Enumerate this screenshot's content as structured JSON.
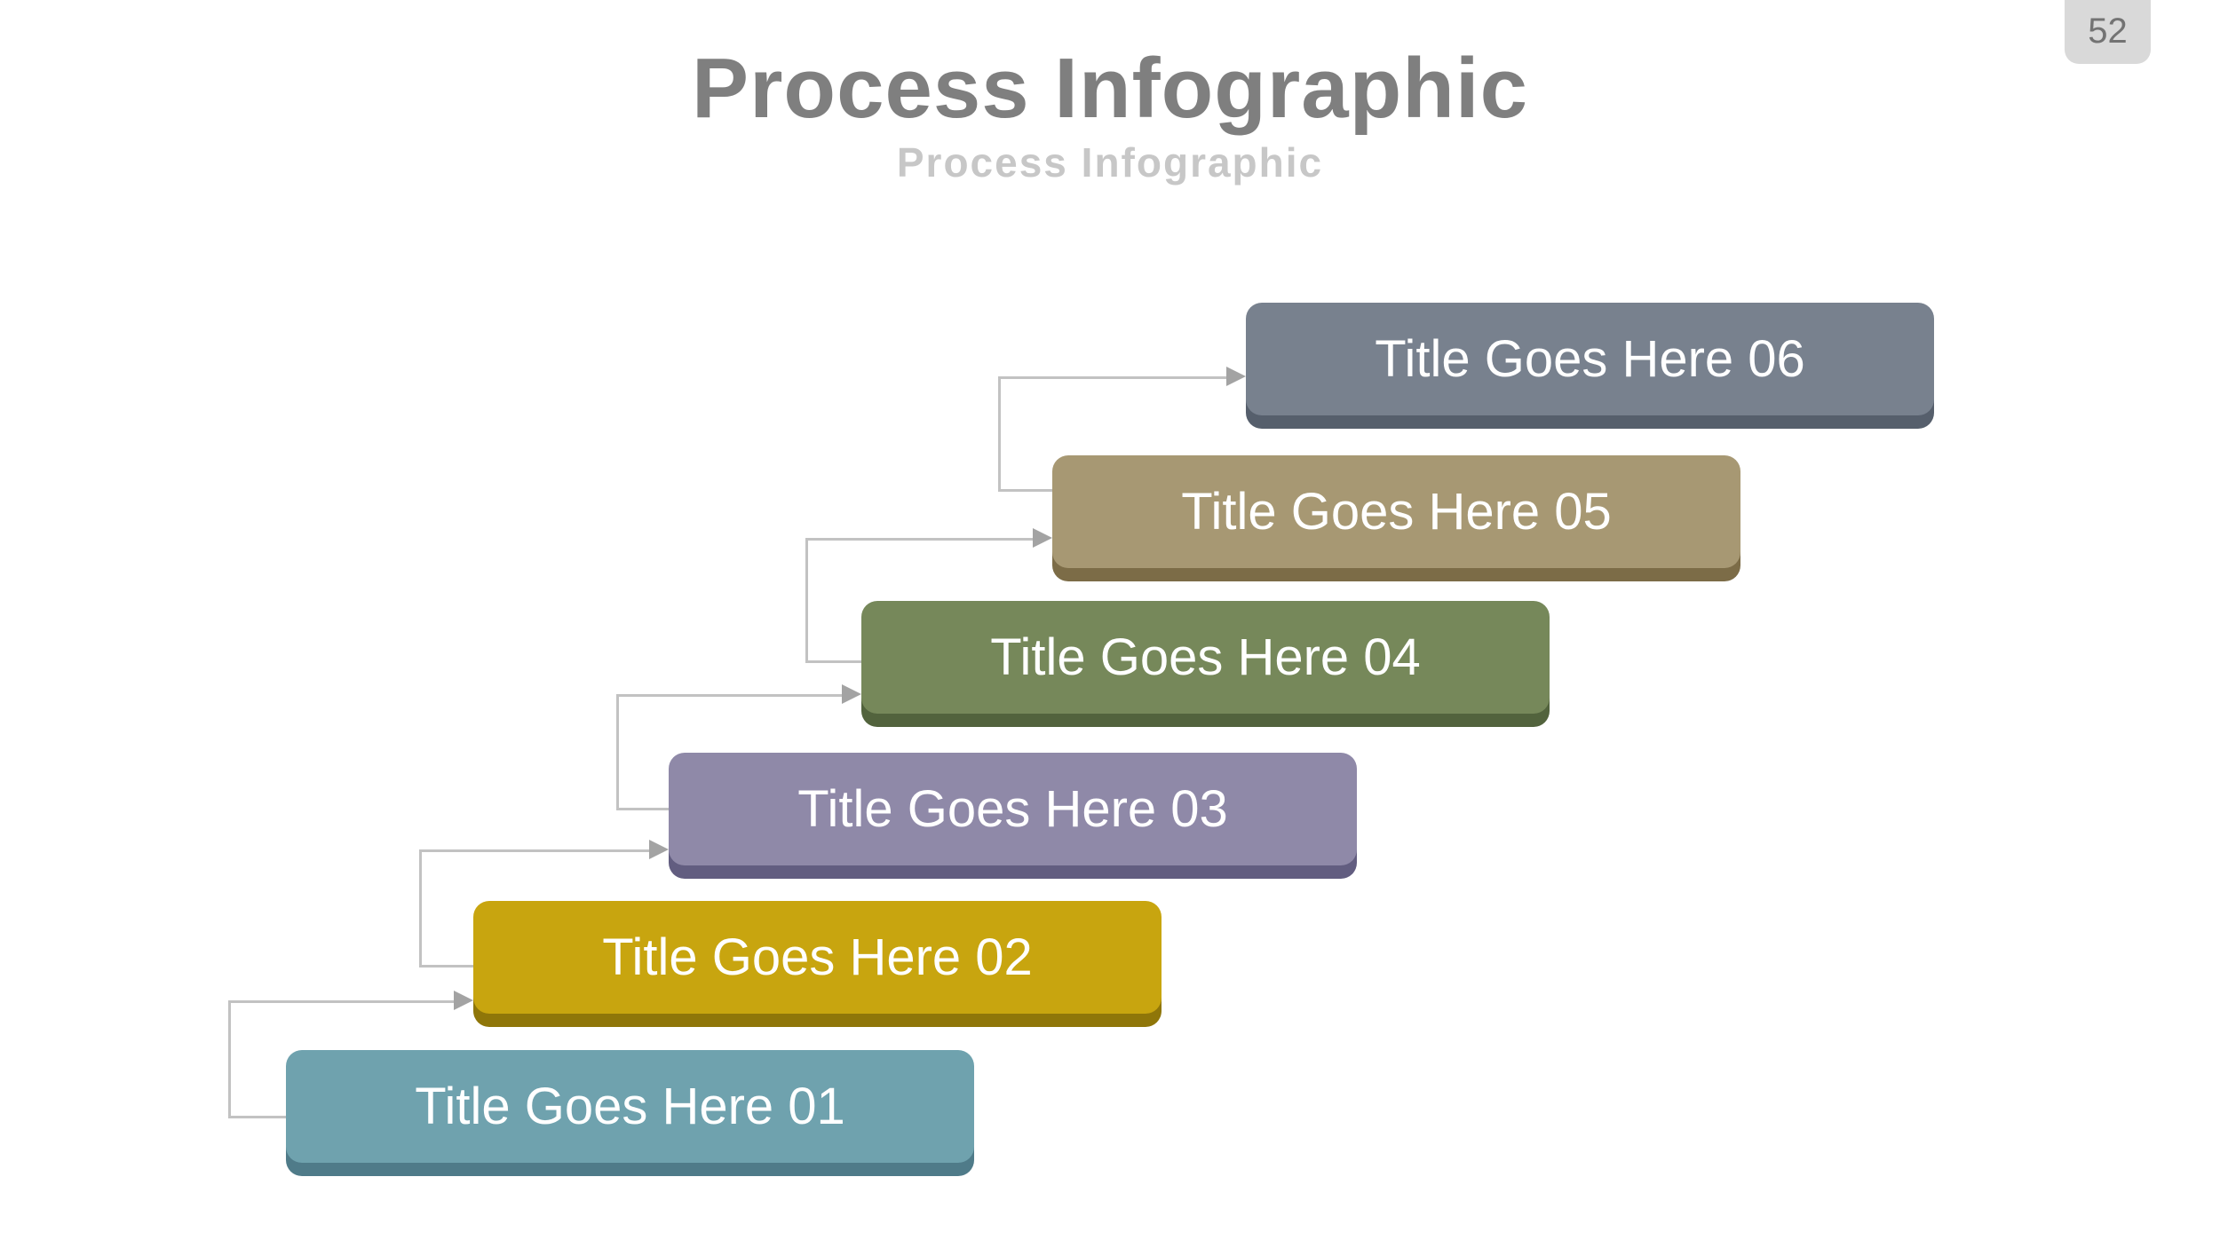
{
  "page": {
    "number": "52",
    "background": "#ffffff"
  },
  "header": {
    "title": "Process Infographic",
    "subtitle": "Process Infographic",
    "title_color": "#7f7f7f",
    "subtitle_color": "#c7c7c7"
  },
  "badge": {
    "bg": "#d9d9d9",
    "text_color": "#737373"
  },
  "connectors": {
    "line_color": "#c2c2c2",
    "arrow_color": "#a3a3a3"
  },
  "steps": [
    {
      "label": "Title Goes Here 01",
      "fill": "#6fa2ae",
      "shade": "#4f7b89"
    },
    {
      "label": "Title Goes Here 02",
      "fill": "#c8a50f",
      "shade": "#8f7609"
    },
    {
      "label": "Title Goes Here 03",
      "fill": "#8f89a8",
      "shade": "#625d80"
    },
    {
      "label": "Title Goes Here 04",
      "fill": "#76885a",
      "shade": "#52633d"
    },
    {
      "label": "Title Goes Here 05",
      "fill": "#a79873",
      "shade": "#7c6c47"
    },
    {
      "label": "Title Goes Here 06",
      "fill": "#78818e",
      "shade": "#565f6c"
    }
  ]
}
